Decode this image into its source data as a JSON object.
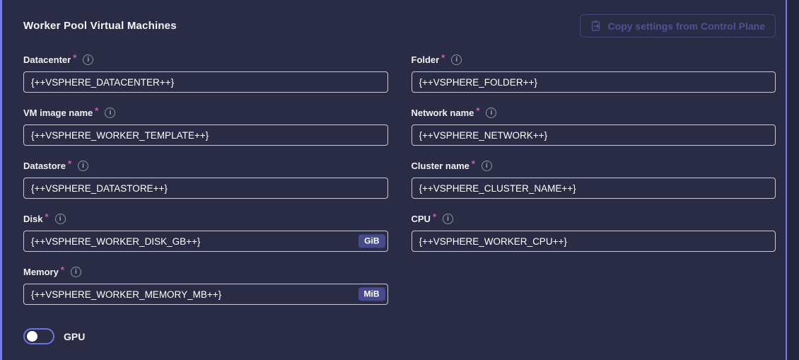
{
  "panel": {
    "title": "Worker Pool Virtual Machines",
    "copy_button": {
      "label": "Copy settings from Control Plane"
    }
  },
  "icons": {
    "info_glyph": "i",
    "copy_icon": "clipboard-with-arrow"
  },
  "ui": {
    "required_marker": "*"
  },
  "fields": [
    {
      "label": "Datacenter",
      "value": "{++VSPHERE_DATACENTER++}",
      "required": true,
      "unit": ""
    },
    {
      "label": "Folder",
      "value": "{++VSPHERE_FOLDER++}",
      "required": true,
      "unit": ""
    },
    {
      "label": "VM image name",
      "value": "{++VSPHERE_WORKER_TEMPLATE++}",
      "required": true,
      "unit": ""
    },
    {
      "label": "Network name",
      "value": "{++VSPHERE_NETWORK++}",
      "required": true,
      "unit": ""
    },
    {
      "label": "Datastore",
      "value": "{++VSPHERE_DATASTORE++}",
      "required": true,
      "unit": ""
    },
    {
      "label": "Cluster name",
      "value": "{++VSPHERE_CLUSTER_NAME++}",
      "required": true,
      "unit": ""
    },
    {
      "label": "Disk",
      "value": "{++VSPHERE_WORKER_DISK_GB++}",
      "required": true,
      "unit": "GiB"
    },
    {
      "label": "CPU",
      "value": "{++VSPHERE_WORKER_CPU++}",
      "required": true,
      "unit": ""
    },
    {
      "label": "Memory",
      "value": "{++VSPHERE_WORKER_MEMORY_MB++}",
      "required": true,
      "unit": "MiB"
    }
  ],
  "gpu_toggle": {
    "label": "GPU",
    "state": "off"
  },
  "colors": {
    "panel_background": "#2a2c45",
    "page_background": "#23253a",
    "accent_border": "#767ce4",
    "required_asterisk": "#d05ca8",
    "input_border": "#c7c9d6",
    "unit_badge_background": "#474b8d",
    "disabled_button_text": "#4d5296"
  }
}
